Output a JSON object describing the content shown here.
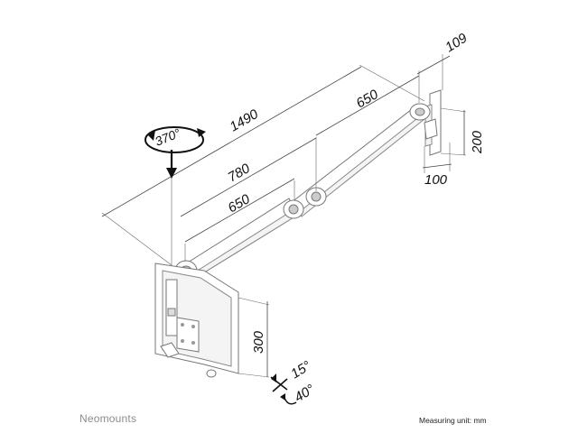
{
  "dimensions": {
    "total_reach": "1490",
    "rotation": "370°",
    "upper_arm": "650",
    "reach_780": "780",
    "lower_arm": "650",
    "depth": "109",
    "plate_height": "200",
    "plate_width": "100",
    "height_adjust": "300",
    "tilt_up": "15°",
    "tilt_down": "40°"
  },
  "footer": {
    "brand": "Neomounts",
    "measuring_unit": "Measuring unit: mm"
  }
}
